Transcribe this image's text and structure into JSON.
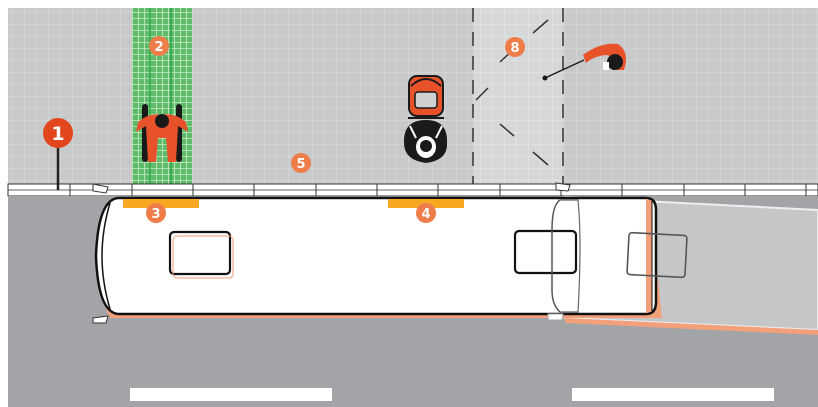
{
  "colors": {
    "sidewalk": "#c8c9cb",
    "sidewalk_grid": "#dcdddf",
    "road": "#a3a4a7",
    "lane_marking": "#ffffff",
    "bus_body": "#ffffff",
    "bus_outline": "#111111",
    "bus_shadow": "#f2a07a",
    "door_marker": "#f7a823",
    "callout_light": "#ef7d4a",
    "callout_dark": "#e2461e",
    "crossing_green": "#29a845",
    "figure_orange": "#e8522a",
    "figure_dark": "#1a1a1a"
  },
  "callouts": [
    {
      "id": "1",
      "label": "1",
      "target": "bus-stop-sign"
    },
    {
      "id": "2",
      "label": "2",
      "target": "boarding-path"
    },
    {
      "id": "3",
      "label": "3",
      "target": "front-door"
    },
    {
      "id": "4",
      "label": "4",
      "target": "rear-door"
    },
    {
      "id": "5",
      "label": "5",
      "target": "curb"
    },
    {
      "id": "8",
      "label": "8",
      "target": "shelter-zone"
    }
  ],
  "icons": {
    "sign": "bus-stop-sign-icon",
    "wheelchair": "wheelchair-user-icon",
    "stroller": "stroller-icon",
    "parent": "parent-with-stroller-icon",
    "cane": "person-with-white-cane-icon",
    "bus": "bus-top-view-icon"
  }
}
